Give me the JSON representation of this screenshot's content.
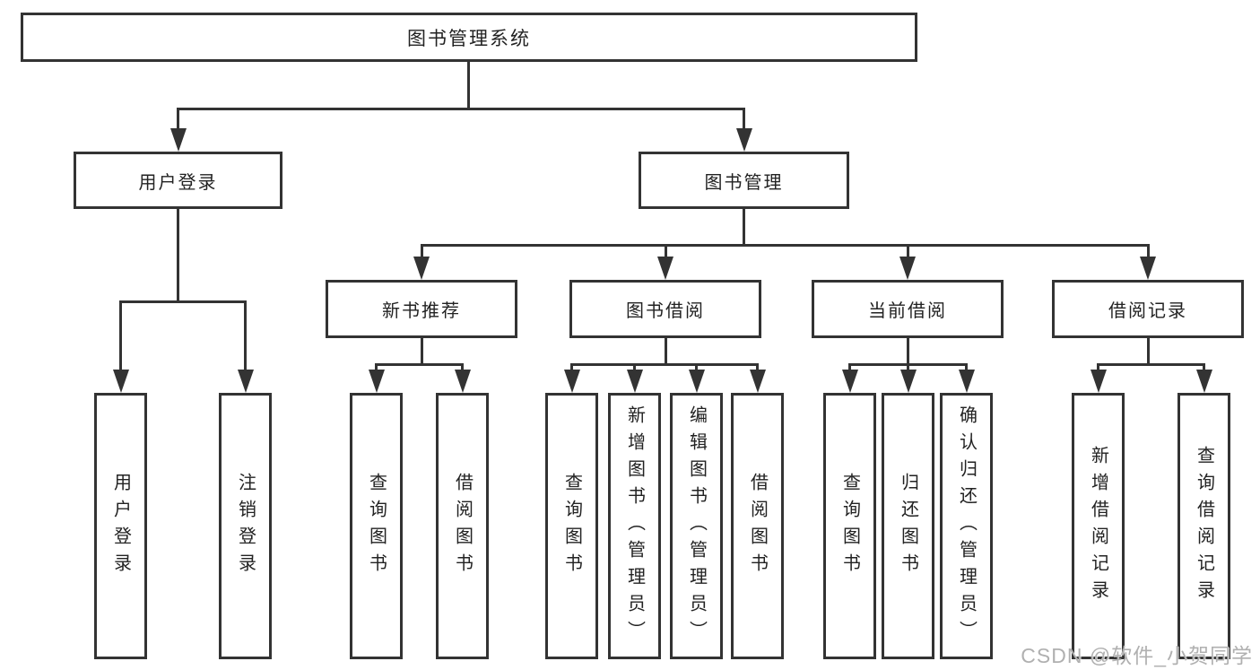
{
  "diagram": {
    "root": {
      "label": "图书管理系统"
    },
    "level1": [
      {
        "label": "用户登录"
      },
      {
        "label": "图书管理"
      }
    ],
    "level2": [
      {
        "label": "新书推荐"
      },
      {
        "label": "图书借阅"
      },
      {
        "label": "当前借阅"
      },
      {
        "label": "借阅记录"
      }
    ],
    "leaves": {
      "user_login": [
        {
          "label": "用户登录"
        },
        {
          "label": "注销登录"
        }
      ],
      "new_book_recommendation": [
        {
          "label": "查询图书"
        },
        {
          "label": "借阅图书"
        }
      ],
      "book_borrowing": [
        {
          "label": "查询图书"
        },
        {
          "label": "新增图书（管理员）"
        },
        {
          "label": "编辑图书（管理员）"
        },
        {
          "label": "借阅图书"
        }
      ],
      "current_borrowing": [
        {
          "label": "查询图书"
        },
        {
          "label": "归还图书"
        },
        {
          "label": "确认归还（管理员）"
        }
      ],
      "borrowing_records": [
        {
          "label": "新增借阅记录"
        },
        {
          "label": "查询借阅记录"
        }
      ]
    },
    "watermark": "CSDN @软件_小贺同学",
    "colors": {
      "line": "#333333",
      "text": "#222222",
      "background": "#ffffff",
      "watermark": "#b0b0b0"
    }
  }
}
